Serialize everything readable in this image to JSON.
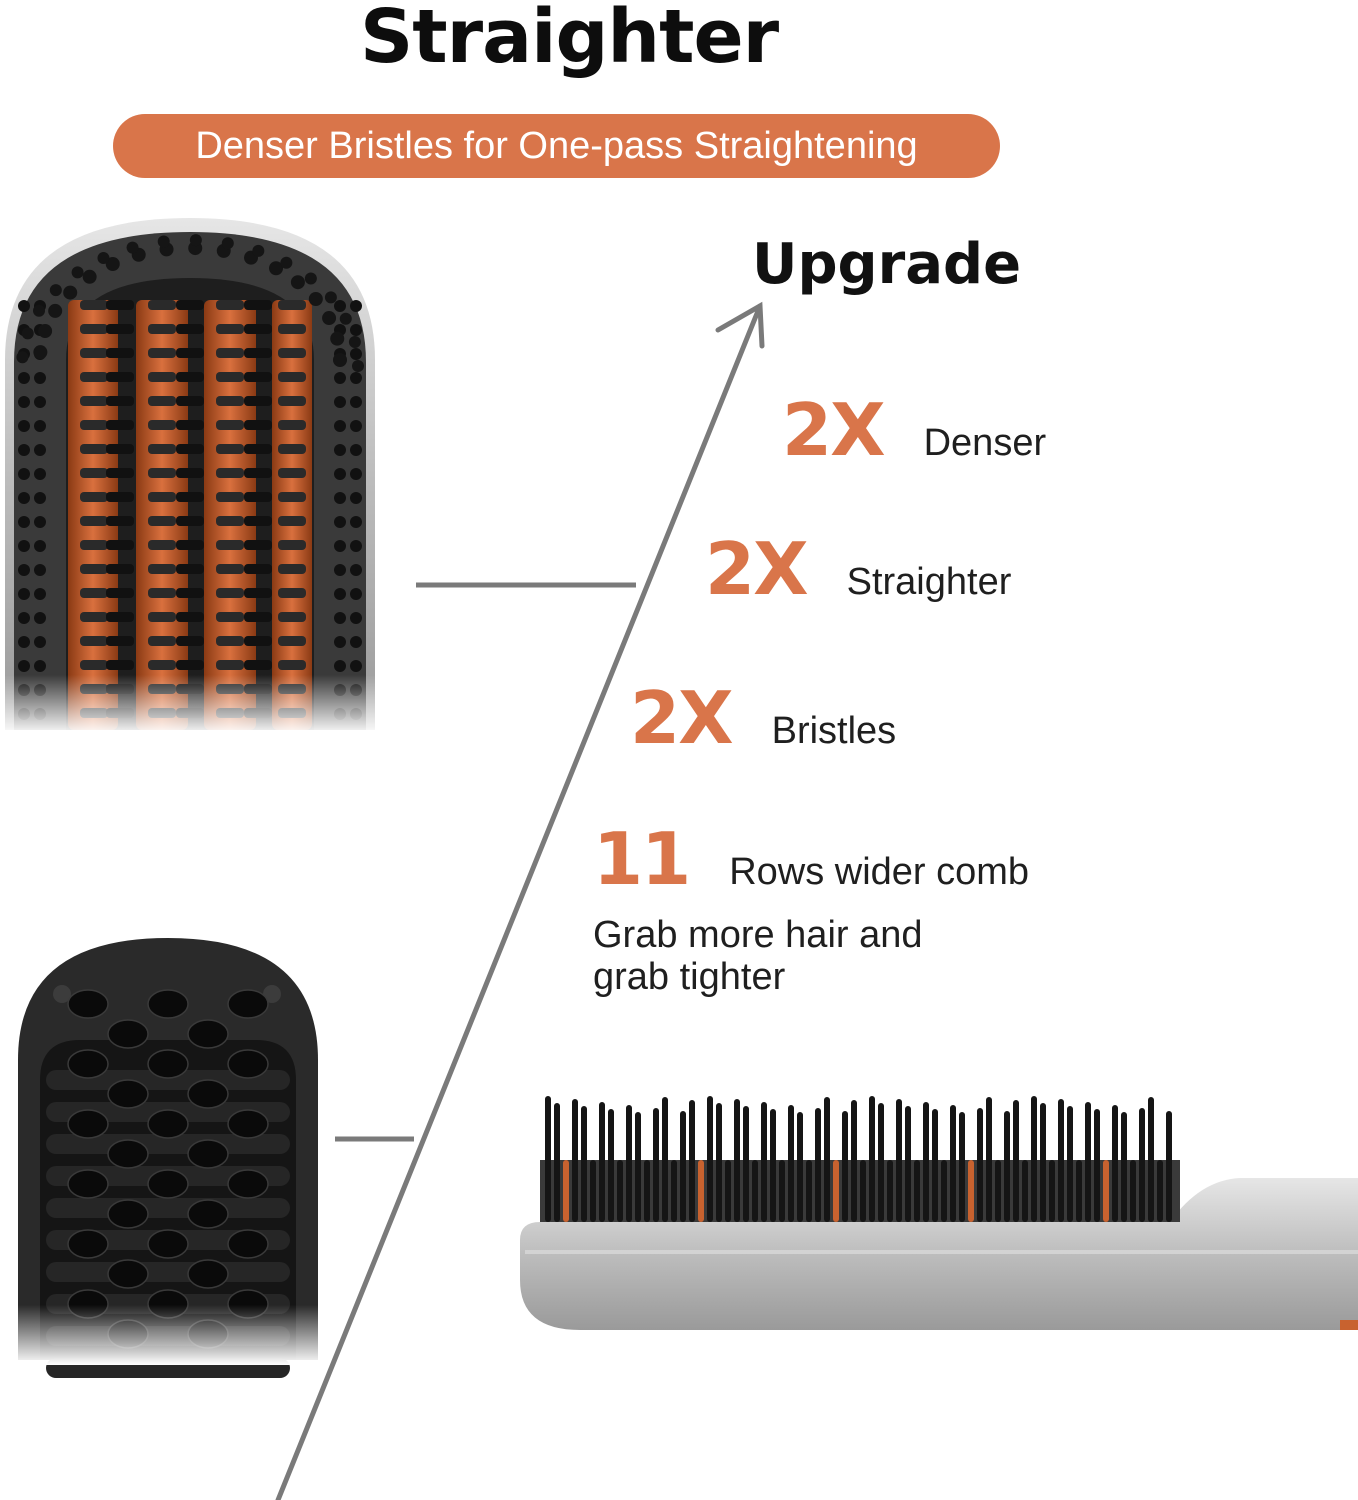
{
  "header": {
    "title": "Straighter",
    "tagline": "Denser Bristles for One-pass Straightening"
  },
  "upgrade_label": "Upgrade",
  "stats": [
    {
      "value": "2X",
      "label": "Denser"
    },
    {
      "value": "2X",
      "label": "Straighter"
    },
    {
      "value": "2X",
      "label": "Bristles"
    },
    {
      "value": "11",
      "label": "Rows wider comb"
    }
  ],
  "note": {
    "line1": "Grab more hair and",
    "line2": "grab tighter"
  },
  "colors": {
    "accent": "#d9754a",
    "text": "#1a1a1a",
    "line": "#7a7a7a"
  },
  "images": [
    {
      "name": "new-brush-face-image"
    },
    {
      "name": "old-brush-face-image"
    },
    {
      "name": "brush-side-view-image"
    }
  ]
}
